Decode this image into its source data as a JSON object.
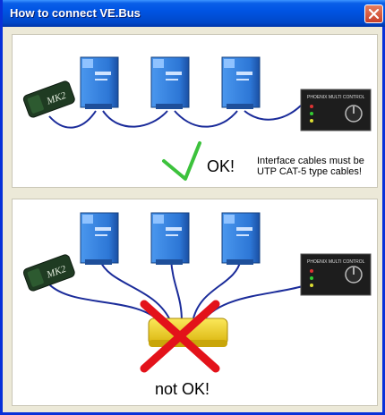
{
  "window": {
    "title": "How to connect VE.Bus",
    "close_icon": "close-icon"
  },
  "panels": {
    "correct": {
      "ok_label": "OK!",
      "note_line1": "Interface cables must be",
      "note_line2": "UTP CAT-5 type cables!",
      "control_panel_label": "PHOENIX MULTI CONTROL",
      "interface_label": "MK2"
    },
    "incorrect": {
      "not_ok_label": "not OK!",
      "control_panel_label": "PHOENIX MULTI CONTROL",
      "interface_label": "MK2"
    }
  },
  "colors": {
    "titlebar": "#0054e3",
    "device_blue": "#2f7fd8",
    "cable": "#1b2c9a",
    "check_green": "#3cc23c",
    "cross_red": "#e3121a",
    "splitter_yellow": "#f3d416"
  }
}
